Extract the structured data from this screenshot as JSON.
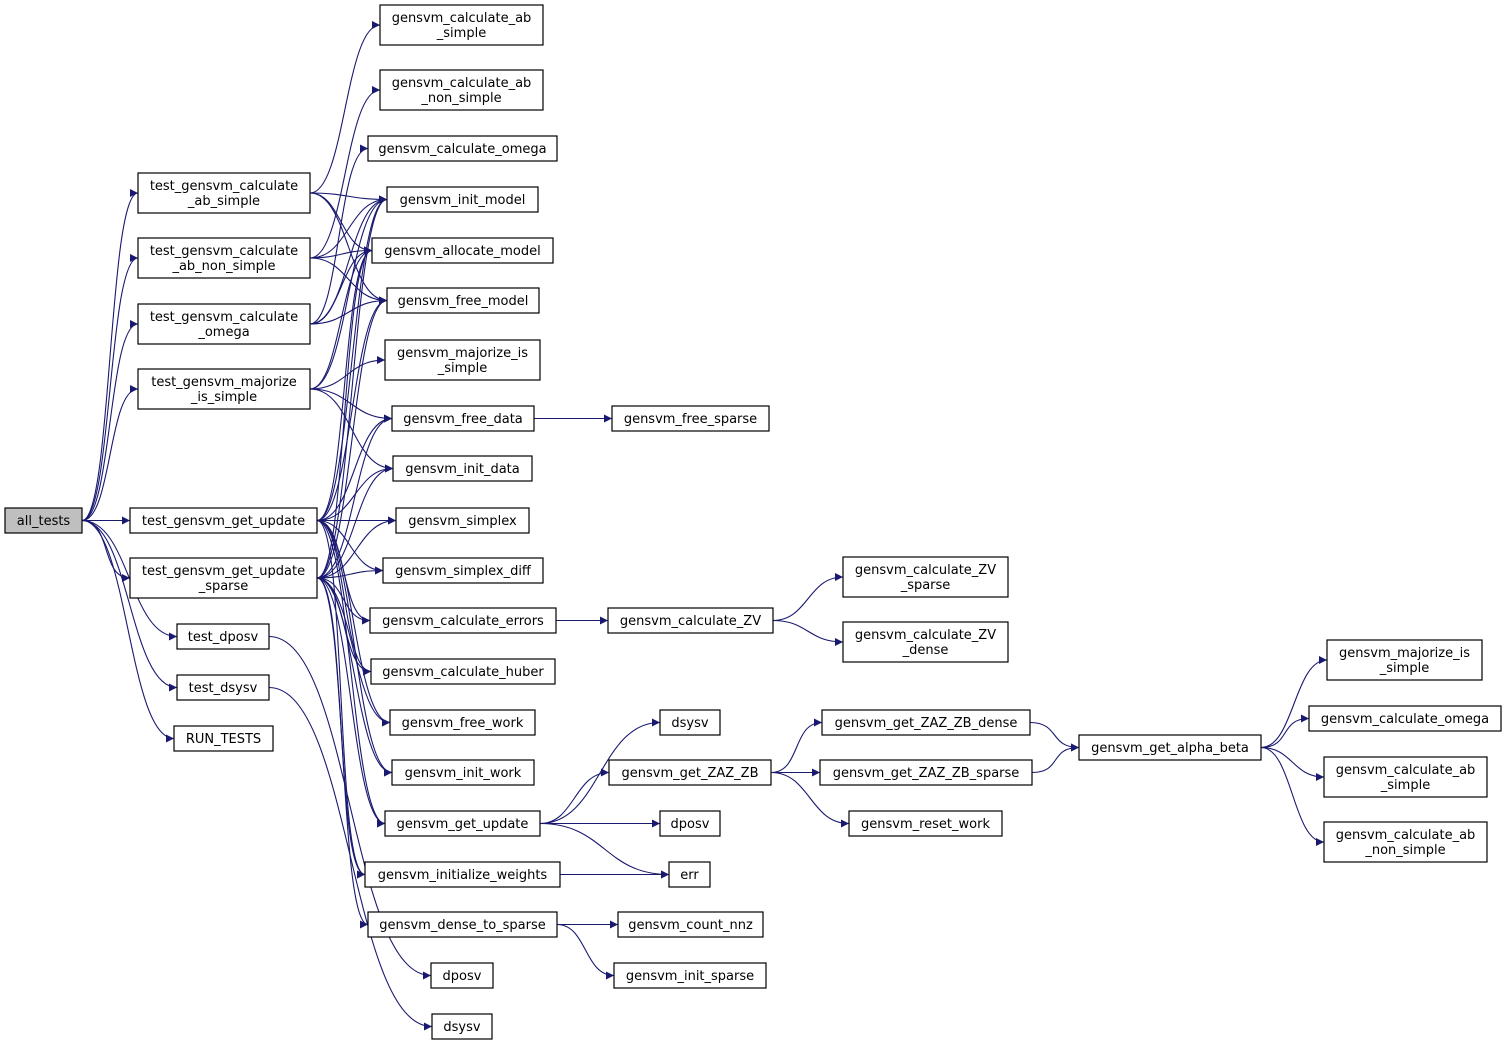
{
  "graph": {
    "root_fill": "#bfbfbf",
    "node_fill": "#ffffff",
    "edge_color": "#191970",
    "nodes": [
      {
        "id": "all_tests",
        "lines": [
          "all_tests"
        ],
        "root": true
      },
      {
        "id": "t_ab_simple",
        "lines": [
          "test_gensvm_calculate",
          "_ab_simple"
        ]
      },
      {
        "id": "t_ab_non_simple",
        "lines": [
          "test_gensvm_calculate",
          "_ab_non_simple"
        ]
      },
      {
        "id": "t_omega",
        "lines": [
          "test_gensvm_calculate",
          "_omega"
        ]
      },
      {
        "id": "t_majorize",
        "lines": [
          "test_gensvm_majorize",
          "_is_simple"
        ]
      },
      {
        "id": "t_get_update",
        "lines": [
          "test_gensvm_get_update"
        ]
      },
      {
        "id": "t_get_update_sparse",
        "lines": [
          "test_gensvm_get_update",
          "_sparse"
        ]
      },
      {
        "id": "test_dposv",
        "lines": [
          "test_dposv"
        ]
      },
      {
        "id": "test_dsysv",
        "lines": [
          "test_dsysv"
        ]
      },
      {
        "id": "run_tests",
        "lines": [
          "RUN_TESTS"
        ]
      },
      {
        "id": "calc_ab_simple_top",
        "lines": [
          "gensvm_calculate_ab",
          "_simple"
        ]
      },
      {
        "id": "calc_ab_non_simple_top",
        "lines": [
          "gensvm_calculate_ab",
          "_non_simple"
        ]
      },
      {
        "id": "calc_omega_top",
        "lines": [
          "gensvm_calculate_omega"
        ]
      },
      {
        "id": "init_model",
        "lines": [
          "gensvm_init_model"
        ]
      },
      {
        "id": "allocate_model",
        "lines": [
          "gensvm_allocate_model"
        ]
      },
      {
        "id": "free_model",
        "lines": [
          "gensvm_free_model"
        ]
      },
      {
        "id": "majorize_top",
        "lines": [
          "gensvm_majorize_is",
          "_simple"
        ]
      },
      {
        "id": "free_data",
        "lines": [
          "gensvm_free_data"
        ]
      },
      {
        "id": "init_data",
        "lines": [
          "gensvm_init_data"
        ]
      },
      {
        "id": "simplex",
        "lines": [
          "gensvm_simplex"
        ]
      },
      {
        "id": "simplex_diff",
        "lines": [
          "gensvm_simplex_diff"
        ]
      },
      {
        "id": "calc_errors",
        "lines": [
          "gensvm_calculate_errors"
        ]
      },
      {
        "id": "calc_huber",
        "lines": [
          "gensvm_calculate_huber"
        ]
      },
      {
        "id": "free_work",
        "lines": [
          "gensvm_free_work"
        ]
      },
      {
        "id": "init_work",
        "lines": [
          "gensvm_init_work"
        ]
      },
      {
        "id": "get_update",
        "lines": [
          "gensvm_get_update"
        ]
      },
      {
        "id": "init_weights",
        "lines": [
          "gensvm_initialize_weights"
        ]
      },
      {
        "id": "dense_to_sparse",
        "lines": [
          "gensvm_dense_to_sparse"
        ]
      },
      {
        "id": "dposv_mid",
        "lines": [
          "dposv"
        ]
      },
      {
        "id": "dsysv_mid",
        "lines": [
          "dsysv"
        ]
      },
      {
        "id": "free_sparse",
        "lines": [
          "gensvm_free_sparse"
        ]
      },
      {
        "id": "calc_zv",
        "lines": [
          "gensvm_calculate_ZV"
        ]
      },
      {
        "id": "dsysv_r",
        "lines": [
          "dsysv"
        ]
      },
      {
        "id": "get_zaz_zb",
        "lines": [
          "gensvm_get_ZAZ_ZB"
        ]
      },
      {
        "id": "dposv_r",
        "lines": [
          "dposv"
        ]
      },
      {
        "id": "err",
        "lines": [
          "err"
        ]
      },
      {
        "id": "count_nnz",
        "lines": [
          "gensvm_count_nnz"
        ]
      },
      {
        "id": "init_sparse",
        "lines": [
          "gensvm_init_sparse"
        ]
      },
      {
        "id": "calc_zv_sparse",
        "lines": [
          "gensvm_calculate_ZV",
          "_sparse"
        ]
      },
      {
        "id": "calc_zv_dense",
        "lines": [
          "gensvm_calculate_ZV",
          "_dense"
        ]
      },
      {
        "id": "zaz_dense",
        "lines": [
          "gensvm_get_ZAZ_ZB_dense"
        ]
      },
      {
        "id": "zaz_sparse",
        "lines": [
          "gensvm_get_ZAZ_ZB_sparse"
        ]
      },
      {
        "id": "reset_work",
        "lines": [
          "gensvm_reset_work"
        ]
      },
      {
        "id": "alpha_beta",
        "lines": [
          "gensvm_get_alpha_beta"
        ]
      },
      {
        "id": "majorize_r",
        "lines": [
          "gensvm_majorize_is",
          "_simple"
        ]
      },
      {
        "id": "calc_omega_r",
        "lines": [
          "gensvm_calculate_omega"
        ]
      },
      {
        "id": "calc_ab_simple_r",
        "lines": [
          "gensvm_calculate_ab",
          "_simple"
        ]
      },
      {
        "id": "calc_ab_non_simple_r",
        "lines": [
          "gensvm_calculate_ab",
          "_non_simple"
        ]
      }
    ],
    "edges": [
      [
        "all_tests",
        "t_ab_simple"
      ],
      [
        "all_tests",
        "t_ab_non_simple"
      ],
      [
        "all_tests",
        "t_omega"
      ],
      [
        "all_tests",
        "t_majorize"
      ],
      [
        "all_tests",
        "t_get_update"
      ],
      [
        "all_tests",
        "t_get_update_sparse"
      ],
      [
        "all_tests",
        "test_dposv"
      ],
      [
        "all_tests",
        "test_dsysv"
      ],
      [
        "all_tests",
        "run_tests"
      ],
      [
        "t_ab_simple",
        "calc_ab_simple_top"
      ],
      [
        "t_ab_simple",
        "init_model"
      ],
      [
        "t_ab_simple",
        "allocate_model"
      ],
      [
        "t_ab_simple",
        "free_model"
      ],
      [
        "t_ab_non_simple",
        "calc_ab_non_simple_top"
      ],
      [
        "t_ab_non_simple",
        "init_model"
      ],
      [
        "t_ab_non_simple",
        "allocate_model"
      ],
      [
        "t_ab_non_simple",
        "free_model"
      ],
      [
        "t_omega",
        "calc_omega_top"
      ],
      [
        "t_omega",
        "init_model"
      ],
      [
        "t_omega",
        "allocate_model"
      ],
      [
        "t_omega",
        "free_model"
      ],
      [
        "t_majorize",
        "majorize_top"
      ],
      [
        "t_majorize",
        "init_model"
      ],
      [
        "t_majorize",
        "allocate_model"
      ],
      [
        "t_majorize",
        "free_data"
      ],
      [
        "t_majorize",
        "init_data"
      ],
      [
        "t_get_update",
        "init_model"
      ],
      [
        "t_get_update",
        "allocate_model"
      ],
      [
        "t_get_update",
        "free_model"
      ],
      [
        "t_get_update",
        "free_data"
      ],
      [
        "t_get_update",
        "init_data"
      ],
      [
        "t_get_update",
        "simplex"
      ],
      [
        "t_get_update",
        "simplex_diff"
      ],
      [
        "t_get_update",
        "calc_errors"
      ],
      [
        "t_get_update",
        "calc_huber"
      ],
      [
        "t_get_update",
        "free_work"
      ],
      [
        "t_get_update",
        "init_work"
      ],
      [
        "t_get_update",
        "get_update"
      ],
      [
        "t_get_update",
        "init_weights"
      ],
      [
        "t_get_update_sparse",
        "init_model"
      ],
      [
        "t_get_update_sparse",
        "allocate_model"
      ],
      [
        "t_get_update_sparse",
        "free_model"
      ],
      [
        "t_get_update_sparse",
        "free_data"
      ],
      [
        "t_get_update_sparse",
        "init_data"
      ],
      [
        "t_get_update_sparse",
        "simplex"
      ],
      [
        "t_get_update_sparse",
        "simplex_diff"
      ],
      [
        "t_get_update_sparse",
        "calc_errors"
      ],
      [
        "t_get_update_sparse",
        "calc_huber"
      ],
      [
        "t_get_update_sparse",
        "free_work"
      ],
      [
        "t_get_update_sparse",
        "init_work"
      ],
      [
        "t_get_update_sparse",
        "get_update"
      ],
      [
        "t_get_update_sparse",
        "init_weights"
      ],
      [
        "t_get_update_sparse",
        "dense_to_sparse"
      ],
      [
        "test_dposv",
        "dposv_mid"
      ],
      [
        "test_dsysv",
        "dsysv_mid"
      ],
      [
        "free_data",
        "free_sparse"
      ],
      [
        "calc_errors",
        "calc_zv"
      ],
      [
        "calc_zv",
        "calc_zv_sparse"
      ],
      [
        "calc_zv",
        "calc_zv_dense"
      ],
      [
        "get_update",
        "dsysv_r"
      ],
      [
        "get_update",
        "get_zaz_zb"
      ],
      [
        "get_update",
        "dposv_r"
      ],
      [
        "get_update",
        "err"
      ],
      [
        "init_weights",
        "err"
      ],
      [
        "dense_to_sparse",
        "count_nnz"
      ],
      [
        "dense_to_sparse",
        "init_sparse"
      ],
      [
        "get_zaz_zb",
        "zaz_dense"
      ],
      [
        "get_zaz_zb",
        "zaz_sparse"
      ],
      [
        "get_zaz_zb",
        "reset_work"
      ],
      [
        "zaz_dense",
        "alpha_beta"
      ],
      [
        "zaz_sparse",
        "alpha_beta"
      ],
      [
        "alpha_beta",
        "majorize_r"
      ],
      [
        "alpha_beta",
        "calc_omega_r"
      ],
      [
        "alpha_beta",
        "calc_ab_simple_r"
      ],
      [
        "alpha_beta",
        "calc_ab_non_simple_r"
      ]
    ]
  }
}
